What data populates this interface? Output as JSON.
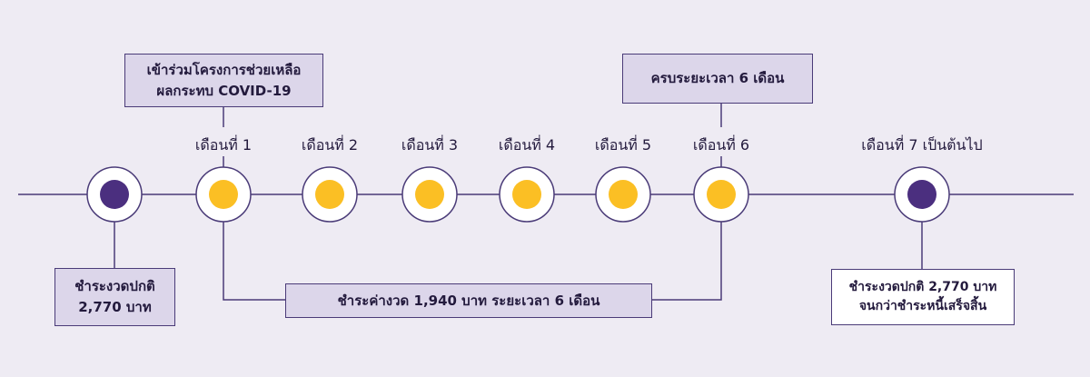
{
  "milestones": [
    {
      "label": "",
      "dot_color": "#4b2f7f"
    },
    {
      "label": "เดือนที่ 1",
      "dot_color": "#fbbf24"
    },
    {
      "label": "เดือนที่ 2",
      "dot_color": "#fbbf24"
    },
    {
      "label": "เดือนที่ 3",
      "dot_color": "#fbbf24"
    },
    {
      "label": "เดือนที่ 4",
      "dot_color": "#fbbf24"
    },
    {
      "label": "เดือนที่ 5",
      "dot_color": "#fbbf24"
    },
    {
      "label": "เดือนที่ 6",
      "dot_color": "#fbbf24"
    },
    {
      "label": "เดือนที่ 7 เป็นต้นไป",
      "dot_color": "#4b2f7f"
    }
  ],
  "boxes": {
    "join": {
      "line1": "เข้าร่วมโครงการช่วยเหลือ",
      "line2": "ผลกระทบ COVID-19"
    },
    "full": {
      "line1": "ครบระยะเวลา 6 เดือน"
    },
    "normal_start": {
      "line1": "ชำระงวดปกติ",
      "line2": "2,770 บาท"
    },
    "reduced": {
      "line1": "ชำระค่างวด 1,940 บาท ระยะเวลา 6 เดือน"
    },
    "normal_end": {
      "line1": "ชำระงวดปกติ 2,770 บาท",
      "line2": "จนกว่าชำระหนี้เสร็จสิ้น"
    }
  },
  "colors": {
    "line": "#4a3b78",
    "purple_dot": "#4b2f7f",
    "yellow_dot": "#fbbf24",
    "box_fill": "#dcd6ea",
    "background": "#eeebf3"
  }
}
